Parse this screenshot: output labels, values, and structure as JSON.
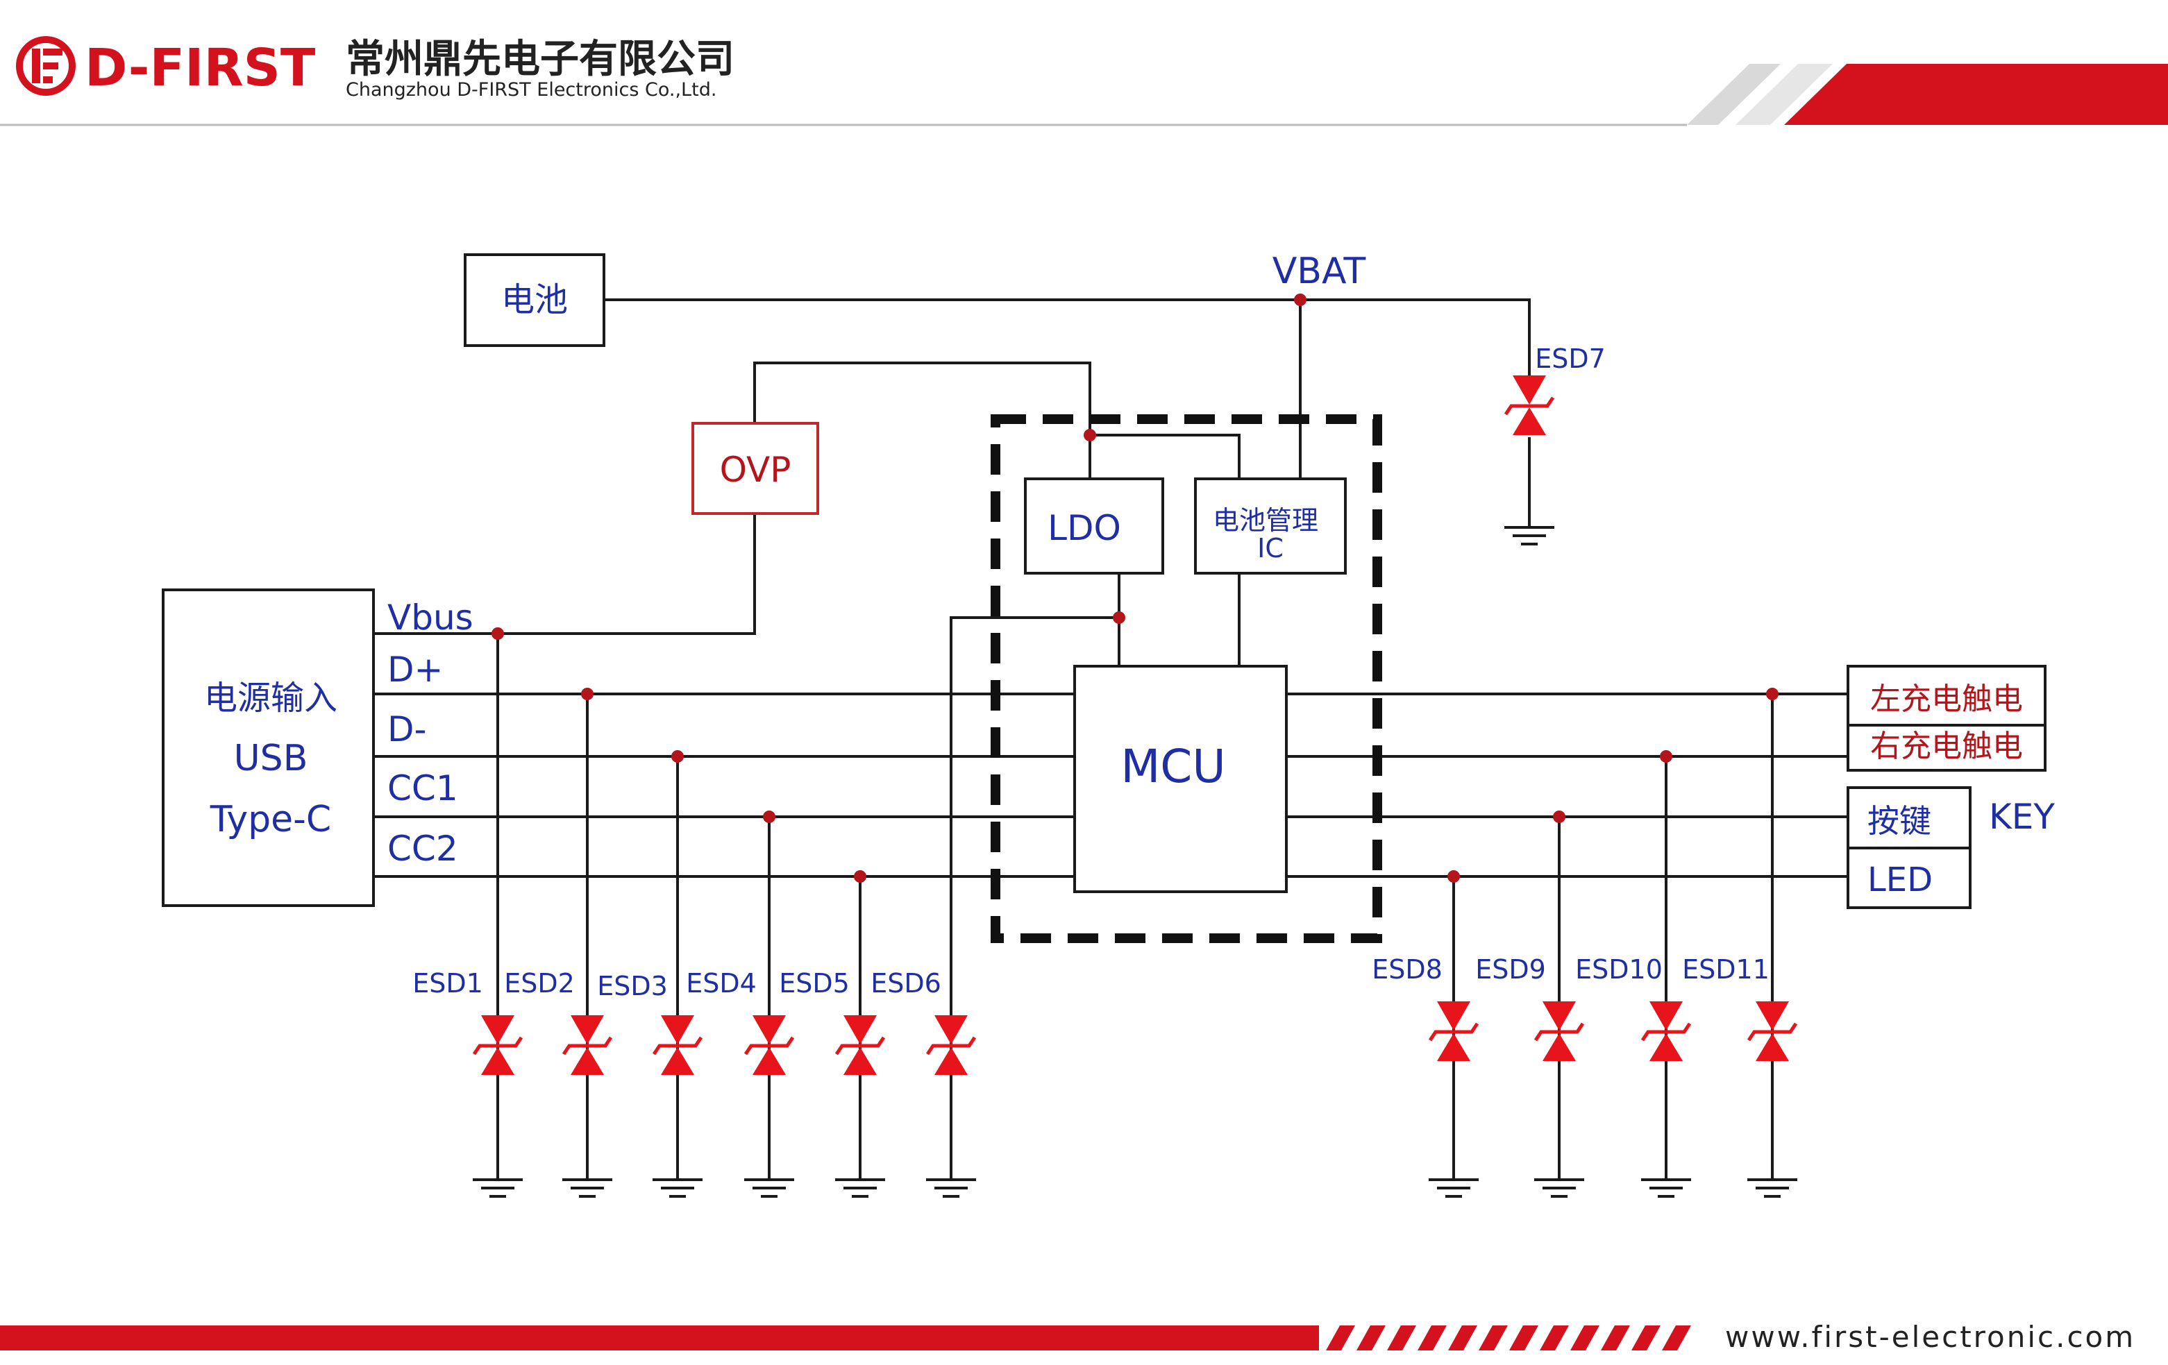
{
  "header": {
    "logo_text": "D-FIRST",
    "company_cn": "常州鼎先电子有限公司",
    "company_en": "Changzhou D-FIRST Electronics Co.,Ltd."
  },
  "footer": {
    "url": "www.first-electronic.com"
  },
  "colors": {
    "brand_red": "#d4121e",
    "label_blue": "#1f2fa3",
    "tvs_red": "#e8141c"
  },
  "diagram": {
    "battery": "电池",
    "vbat": "VBAT",
    "ovp": "OVP",
    "ldo": "LDO",
    "bms_line1": "电池管理",
    "bms_line2": "IC",
    "mcu": "MCU",
    "usb_line1": "电源输入",
    "usb_line2": "USB",
    "usb_line3": "Type-C",
    "pins": [
      "Vbus",
      "D+",
      "D-",
      "CC1",
      "CC2"
    ],
    "charge_left": "左充电触电",
    "charge_right": "右充电触电",
    "key_cn": "按键",
    "key_en": "KEY",
    "led": "LED",
    "esd": [
      "ESD1",
      "ESD2",
      "ESD3",
      "ESD4",
      "ESD5",
      "ESD6",
      "ESD7",
      "ESD8",
      "ESD9",
      "ESD10",
      "ESD11"
    ]
  }
}
